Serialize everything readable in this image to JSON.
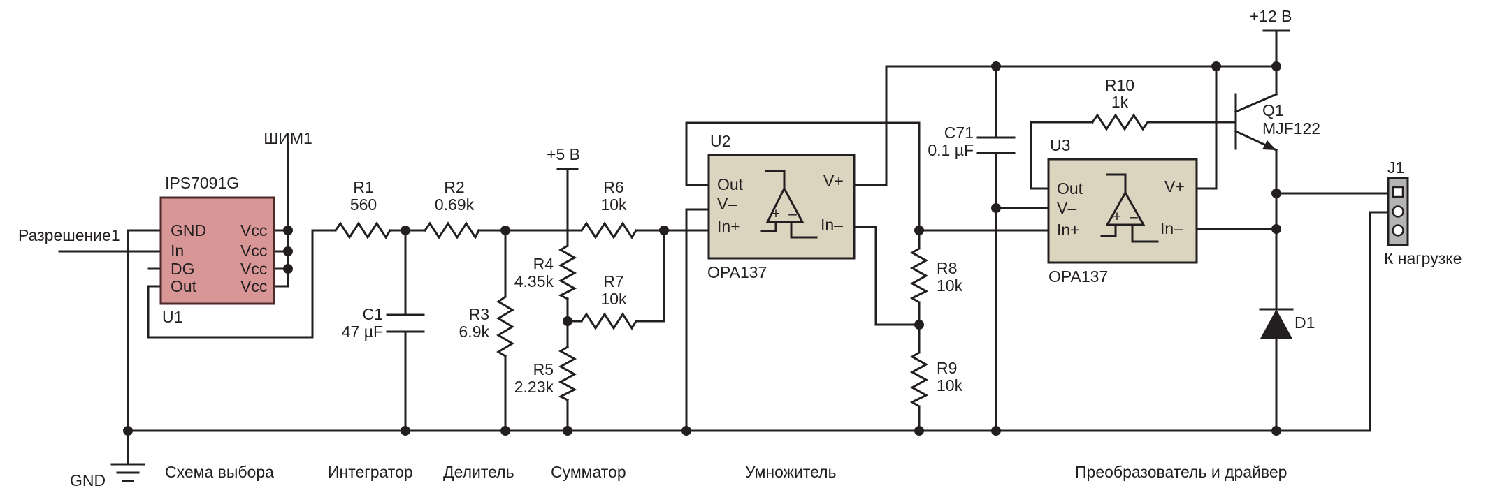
{
  "colors": {
    "ink": "#231f20",
    "ic_pink": "#d89696",
    "ic_pink_border": "#4a2a2a",
    "opamp_beige": "#dbd4bf",
    "connector_gray": "#b4b4b4"
  },
  "u1": {
    "part": "IPS7091G",
    "ref": "U1",
    "pins_left": [
      "GND",
      "In",
      "DG",
      "Out"
    ],
    "pins_right": [
      "Vcc",
      "Vcc",
      "Vcc",
      "Vcc"
    ]
  },
  "signals": {
    "pwm": "ШИМ1",
    "enable": "Разрешение1",
    "ground": "GND",
    "plus5": "+5 В",
    "plus12": "+12 В"
  },
  "resistors": {
    "r1": {
      "ref": "R1",
      "value": "560"
    },
    "r2": {
      "ref": "R2",
      "value": "0.69k"
    },
    "r3": {
      "ref": "R3",
      "value": "6.9k"
    },
    "r4": {
      "ref": "R4",
      "value": "4.35k"
    },
    "r5": {
      "ref": "R5",
      "value": "2.23k"
    },
    "r6": {
      "ref": "R6",
      "value": "10k"
    },
    "r7": {
      "ref": "R7",
      "value": "10k"
    },
    "r8": {
      "ref": "R8",
      "value": "10k"
    },
    "r9": {
      "ref": "R9",
      "value": "10k"
    },
    "r10": {
      "ref": "R10",
      "value": "1k"
    }
  },
  "capacitors": {
    "c1": {
      "ref": "C1",
      "value": "47 µF"
    },
    "c71": {
      "ref": "C71",
      "value": "0.1 µF"
    }
  },
  "u2": {
    "ref": "U2",
    "part": "OPA137",
    "pins": {
      "out": "Out",
      "vminus": "V–",
      "inplus": "In+",
      "vplus": "V+",
      "inminus": "In–"
    },
    "symbol": {
      "plus": "+",
      "minus": "–"
    }
  },
  "u3": {
    "ref": "U3",
    "part": "OPA137",
    "pins": {
      "out": "Out",
      "vminus": "V–",
      "inplus": "In+",
      "vplus": "V+",
      "inminus": "In–"
    },
    "symbol": {
      "plus": "+",
      "minus": "–"
    }
  },
  "q1": {
    "ref": "Q1",
    "part": "MJF122"
  },
  "d1": {
    "ref": "D1"
  },
  "j1": {
    "ref": "J1",
    "label": "К нагрузке"
  },
  "sections": {
    "selection": "Схема выбора",
    "integrator": "Интегратор",
    "divider": "Делитель",
    "adder": "Сумматор",
    "multiplier": "Умножитель",
    "converter": "Преобразователь и драйвер"
  }
}
